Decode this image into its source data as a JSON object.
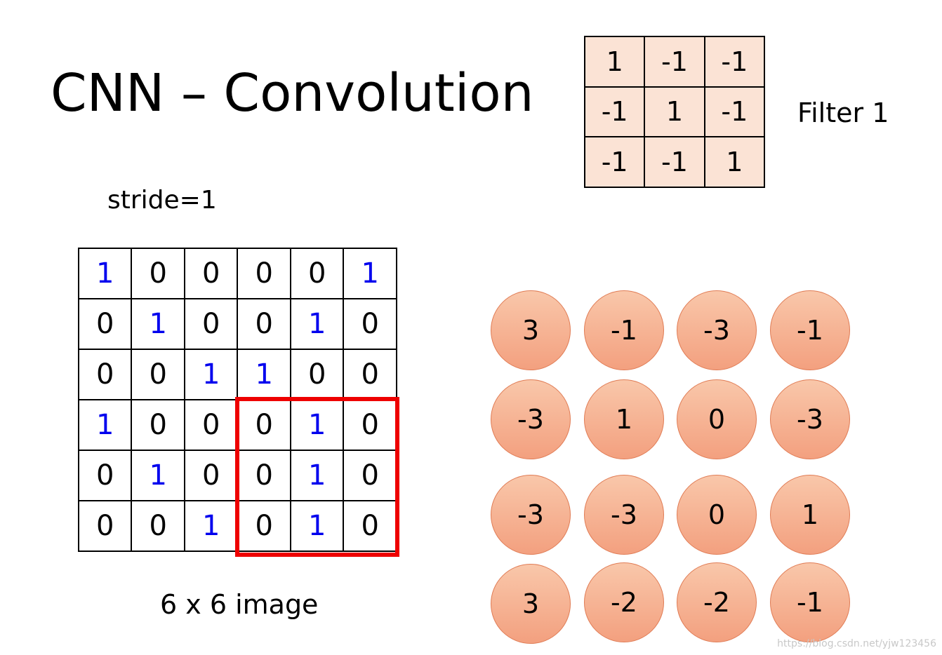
{
  "title": "CNN – Convolution",
  "filter": {
    "label": "Filter 1",
    "rows": [
      [
        "1",
        "-1",
        "-1"
      ],
      [
        "-1",
        "1",
        "-1"
      ],
      [
        "-1",
        "-1",
        "1"
      ]
    ]
  },
  "stride_label": "stride=1",
  "image": {
    "label": "6 x 6 image",
    "rows": [
      [
        "1",
        "0",
        "0",
        "0",
        "0",
        "1"
      ],
      [
        "0",
        "1",
        "0",
        "0",
        "1",
        "0"
      ],
      [
        "0",
        "0",
        "1",
        "1",
        "0",
        "0"
      ],
      [
        "1",
        "0",
        "0",
        "0",
        "1",
        "0"
      ],
      [
        "0",
        "1",
        "0",
        "0",
        "1",
        "0"
      ],
      [
        "0",
        "0",
        "1",
        "0",
        "1",
        "0"
      ]
    ],
    "highlight": {
      "row": 3,
      "col": 3,
      "size": 3,
      "color": "#ee0000"
    }
  },
  "feature_map": {
    "rows": [
      [
        "3",
        "-1",
        "-3",
        "-1"
      ],
      [
        "-3",
        "1",
        "0",
        "-3"
      ],
      [
        "-3",
        "-3",
        "0",
        "1"
      ],
      [
        "3",
        "-2",
        "-2",
        "-1"
      ]
    ]
  },
  "colors": {
    "one_digit": "#0000ee",
    "filter_fill": "#fbe3d5",
    "circle_fill": "#f3a07f",
    "highlight": "#ee0000"
  },
  "watermark": "https://blog.csdn.net/yjw123456"
}
